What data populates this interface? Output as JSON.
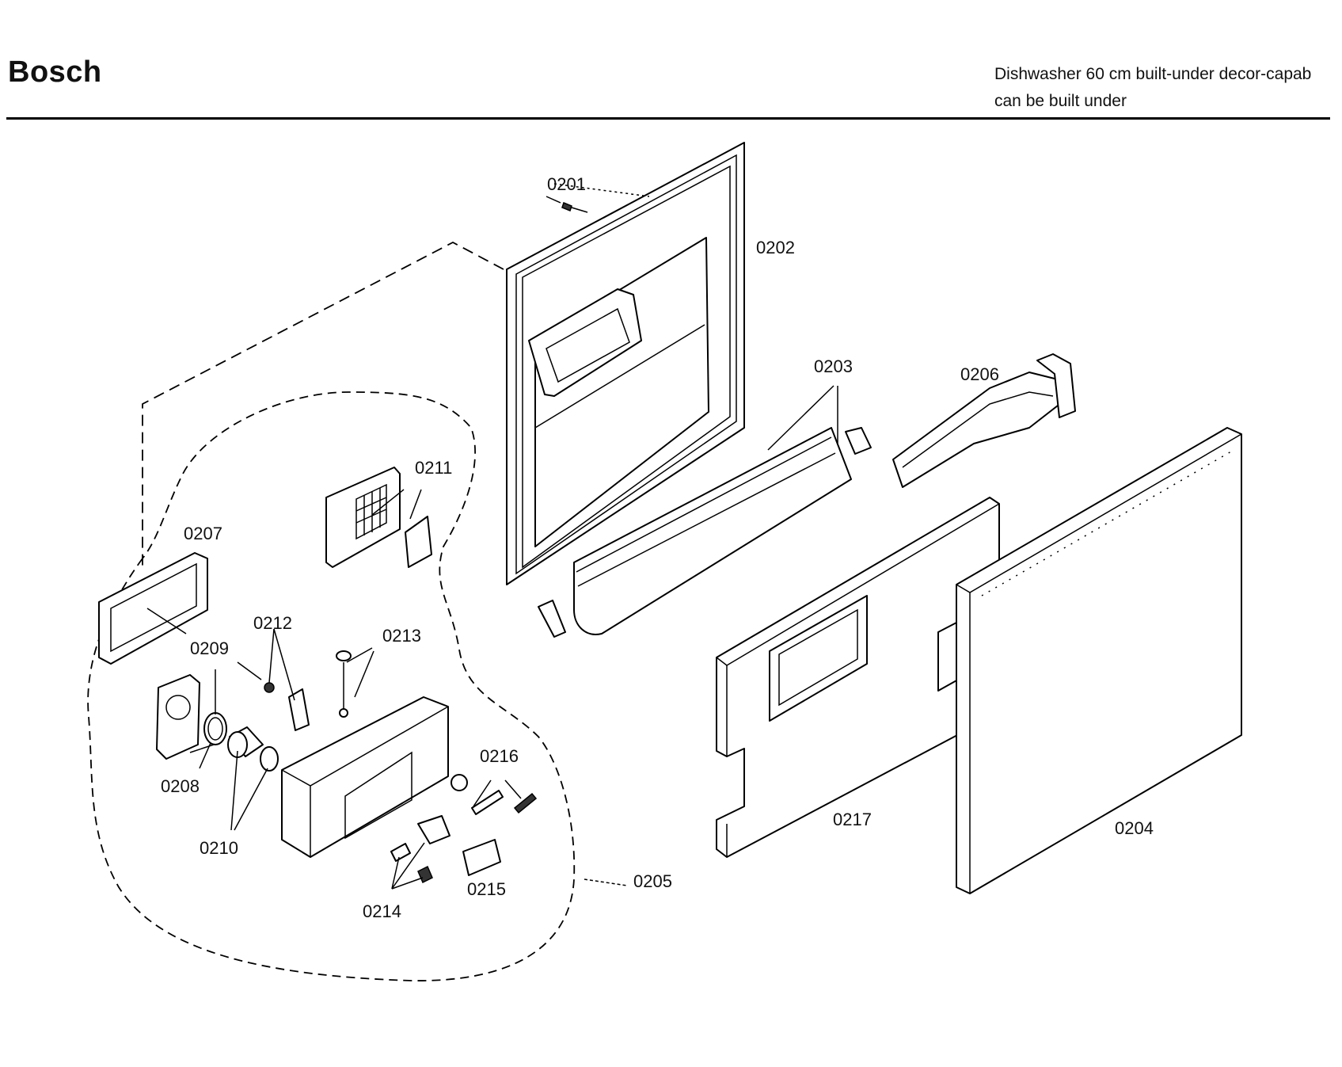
{
  "header": {
    "brand": "Bosch",
    "description_line1": "Dishwasher 60 cm built-under decor-capab",
    "description_line2": "can be built under"
  },
  "callouts": {
    "p0201": "0201",
    "p0202": "0202",
    "p0203": "0203",
    "p0204": "0204",
    "p0205": "0205",
    "p0206": "0206",
    "p0207": "0207",
    "p0208": "0208",
    "p0209": "0209",
    "p0210": "0210",
    "p0211": "0211",
    "p0212": "0212",
    "p0213": "0213",
    "p0214": "0214",
    "p0215": "0215",
    "p0216": "0216",
    "p0217": "0217"
  }
}
